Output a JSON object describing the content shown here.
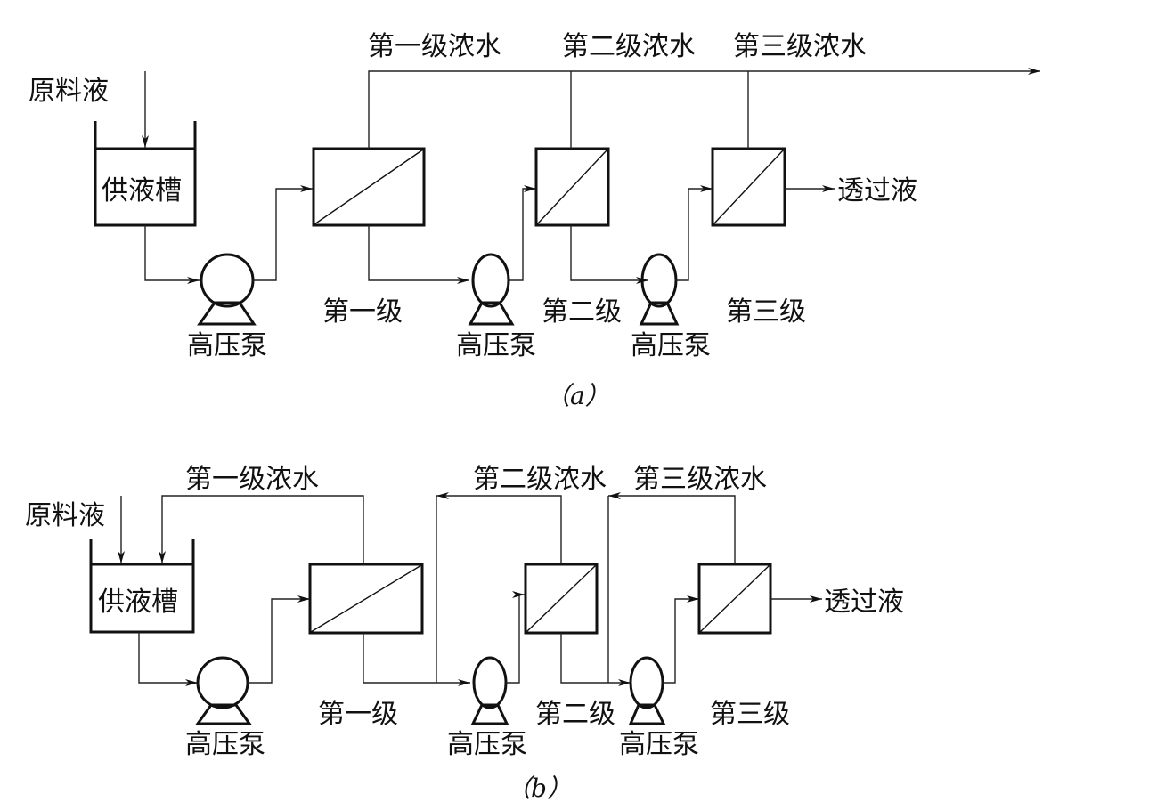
{
  "diagrams": [
    {
      "id": "a",
      "caption": "（a）",
      "feed_label": "原料液",
      "tank_label": "供液槽",
      "concentrate_labels": [
        "第一级浓水",
        "第二级浓水",
        "第三级浓水"
      ],
      "stage_labels": [
        "第一级",
        "第二级",
        "第三级"
      ],
      "pump_labels": [
        "高压泵",
        "高压泵",
        "高压泵"
      ],
      "permeate_label": "透过液",
      "concentrate_flow": "forward-to-outlet"
    },
    {
      "id": "b",
      "caption": "（b）",
      "feed_label": "原料液",
      "tank_label": "供液槽",
      "concentrate_labels": [
        "第一级浓水",
        "第二级浓水",
        "第三级浓水"
      ],
      "stage_labels": [
        "第一级",
        "第二级",
        "第三级"
      ],
      "pump_labels": [
        "高压泵",
        "高压泵",
        "高压泵"
      ],
      "permeate_label": "透过液",
      "concentrate_flow": "recycle-to-previous-stage"
    }
  ]
}
